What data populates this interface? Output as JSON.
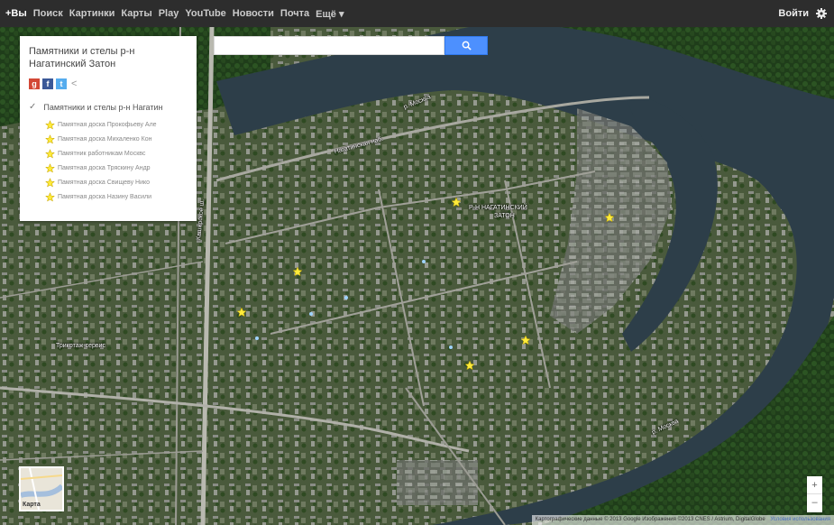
{
  "gbar": {
    "plus": "+Вы",
    "items": [
      "Поиск",
      "Картинки",
      "Карты",
      "Play",
      "YouTube",
      "Новости",
      "Почта",
      "Ещё ▾"
    ],
    "signin": "Войти"
  },
  "search": {
    "value": "",
    "placeholder": ""
  },
  "panel": {
    "title": "Памятники и стелы р-н Нагатинский Затон",
    "layer": "Памятники и стелы р-н Нагатин",
    "items": [
      "Памятная доска Прокофьеву Але",
      "Памятная доска Михаленко Кон",
      "Памятник работникам Москвс",
      "Памятная доска Тряскину Андр",
      "Памятная доска Свищеву Нико",
      "Памятная доска Назину Васили"
    ]
  },
  "map": {
    "labels": {
      "river1": "р. Москва",
      "river2": "р. Москва",
      "district1": "Р-Н НАГАТИНСКИЙ",
      "district2": "ЗАТОН",
      "station": "Трикотаж-сервис",
      "street1": "Нагатинская наб.",
      "street2": "Каширское ш."
    },
    "thumb_label": "Карта",
    "zoom_in": "+",
    "zoom_out": "–",
    "copyright": "Картографические данные © 2013 Google Изображения ©2013 CNES / Astrium, DigitalGlobe",
    "terms": "Условия использования"
  },
  "colors": {
    "accent": "#4d90fe",
    "marker": "#ffeb3b"
  }
}
